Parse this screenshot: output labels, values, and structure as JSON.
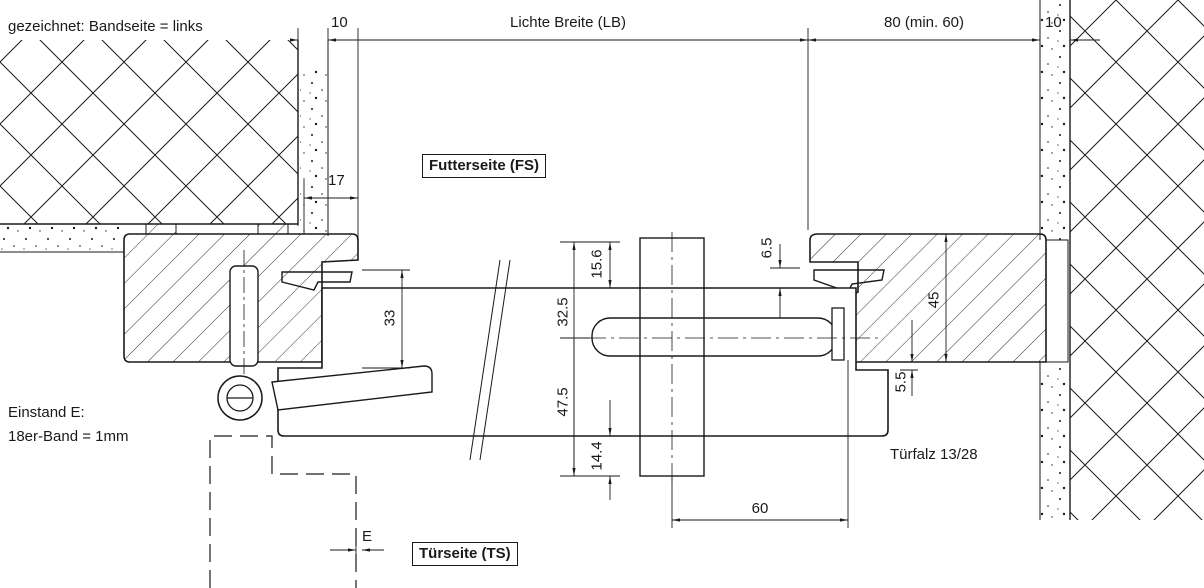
{
  "note_drawn": "gezeichnet: Bandseite = links",
  "dims": {
    "wall_left_10": "10",
    "clear_width": "Lichte Breite (LB)",
    "right_80": "80 (min. 60)",
    "wall_right_10": "10",
    "d17": "17",
    "d33": "33",
    "d15_6": "15.6",
    "d32_5": "32.5",
    "d47_5": "47.5",
    "d14_4": "14.4",
    "d6_5": "6.5",
    "d45": "45",
    "d5_5": "5.5",
    "d60": "60",
    "dE": "E"
  },
  "labels": {
    "futterseite": "Futterseite (FS)",
    "tuerseite": "Türseite (TS)",
    "einstand_title": "Einstand E:",
    "einstand_value": "18er-Band = 1mm",
    "tuerfalz": "Türfalz 13/28"
  },
  "colors": {
    "line": "#1a1a1a",
    "background": "#ffffff"
  }
}
